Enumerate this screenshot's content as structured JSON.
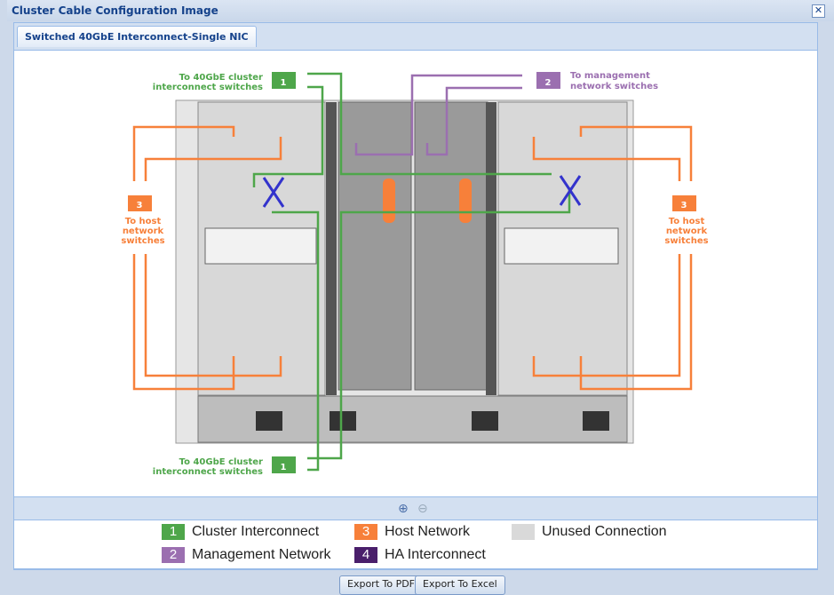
{
  "window": {
    "title": "Cluster Cable Configuration Image",
    "close_icon": "close-icon"
  },
  "tabs": [
    {
      "label": "Switched 40GbE Interconnect-Single NIC",
      "active": true
    }
  ],
  "diagram": {
    "labels": {
      "cluster_top": [
        "To 40GbE cluster",
        "interconnect switches"
      ],
      "cluster_bottom": [
        "To 40GbE cluster",
        "interconnect switches"
      ],
      "mgmt": [
        "To management",
        "network switches"
      ],
      "host_left": [
        "To host",
        "network",
        "switches"
      ],
      "host_right": [
        "To host",
        "network",
        "switches"
      ]
    },
    "badges": {
      "cluster": "1",
      "mgmt": "2",
      "host": "3"
    }
  },
  "zoom": {
    "in_icon": "zoom-in-icon",
    "out_icon": "zoom-out-icon"
  },
  "legend": [
    {
      "num": "1",
      "label": "Cluster Interconnect",
      "color": "#4ea64a"
    },
    {
      "num": "3",
      "label": "Host Network",
      "color": "#f7803a"
    },
    {
      "num": "",
      "label": "Unused Connection",
      "color": "#d9d9d9"
    },
    {
      "num": "2",
      "label": "Management Network",
      "color": "#9b6fb0"
    },
    {
      "num": "4",
      "label": "HA Interconnect",
      "color": "#4a1f6b"
    }
  ],
  "buttons": {
    "pdf": "Export To PDF",
    "excel": "Export To Excel"
  },
  "colors": {
    "cluster": "#4ea64a",
    "mgmt": "#9b6fb0",
    "host": "#f7803a",
    "header": "#15428b"
  }
}
